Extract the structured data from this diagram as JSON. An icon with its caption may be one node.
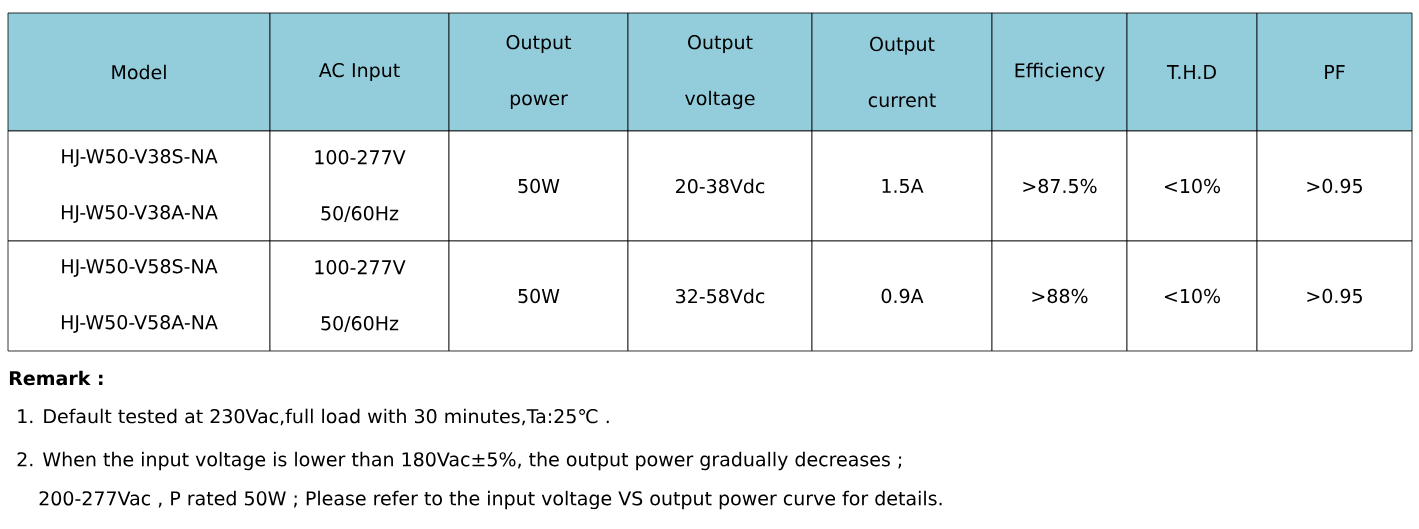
{
  "diagram": {
    "labels": [
      "Model",
      "AC Input",
      "Output power",
      "Output voltage",
      "Output current",
      "Efficiency",
      "T.H.D",
      "PF",
      "HJ-W50-V38S-NA",
      "HJ-W50-V38A-NA",
      "100-277V",
      "50/60Hz",
      "50W",
      "20-38Vdc",
      "1.5A",
      ">87.5%",
      "<10%",
      ">0.95",
      "HJ-W50-V58S-NA",
      "HJ-W50-V58A-NA",
      "100-277V",
      "50/60Hz",
      "50W",
      "32-58Vdc",
      "0.9A",
      ">88%",
      "<10%",
      ">0.95",
      "Remark  :",
      "1. Default tested at 230Vac,full load with 30 minutes,Ta:25℃ .",
      "2. When the input voltage is lower than 180Vac±5%, the output power gradually decreases ;",
      "200-277Vac  , P rated 50W ; Please refer to the input voltage VS output power curve for details."
    ]
  }
}
